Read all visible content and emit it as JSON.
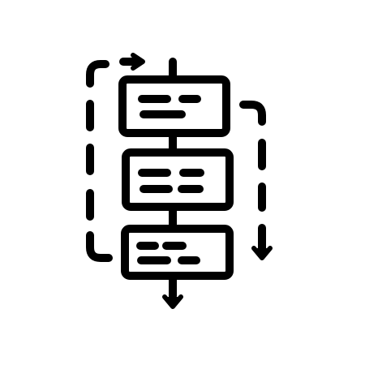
{
  "icon": {
    "name": "process-flow-icon",
    "stroke_color": "#000000",
    "background_color": "#ffffff",
    "blocks": [
      {
        "name": "process-block-top"
      },
      {
        "name": "process-block-middle"
      },
      {
        "name": "process-block-bottom"
      }
    ],
    "arrows": [
      {
        "name": "loop-back-arrow",
        "direction": "up-then-right",
        "style": "dashed"
      },
      {
        "name": "forward-arrow",
        "direction": "right-then-down",
        "style": "dashed"
      },
      {
        "name": "flow-down-arrow",
        "direction": "down",
        "style": "solid"
      }
    ]
  }
}
